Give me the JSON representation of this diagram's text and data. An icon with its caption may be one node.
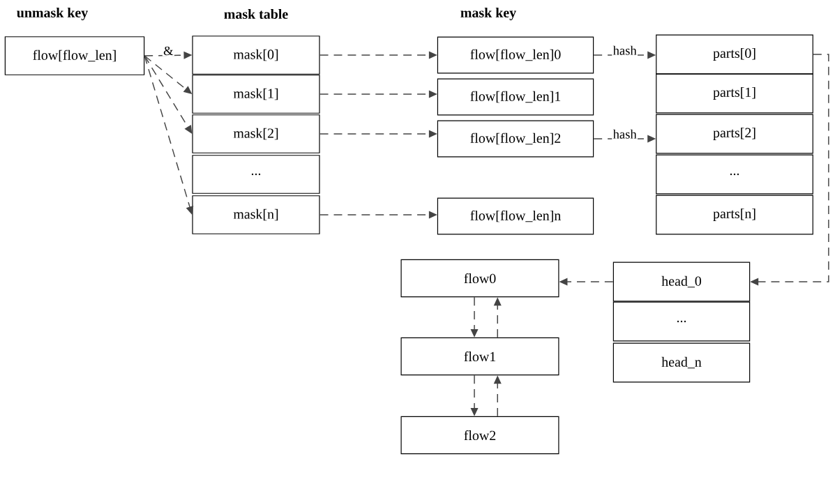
{
  "diagram": {
    "nodes": [
      {
        "text": [
          "flow[flow_len]"
        ]
      },
      {
        "text": [
          "mask[0]"
        ]
      },
      {
        "text": [
          "mask[1]"
        ]
      },
      {
        "text": [
          "mask[2]"
        ]
      },
      {
        "text": [
          "..."
        ]
      },
      {
        "text": [
          "mask[n]"
        ]
      },
      {
        "text": [
          "flow[flow_len]0"
        ]
      },
      {
        "text": [
          "flow[flow_len]1"
        ]
      },
      {
        "text": [
          "flow[flow_len]2"
        ]
      },
      {
        "text": [
          "flow[flow_len]n"
        ]
      },
      {
        "text": [
          "parts[0]"
        ]
      },
      {
        "text": [
          "parts[1]"
        ]
      },
      {
        "text": [
          "parts[2]"
        ]
      },
      {
        "text": [
          "..."
        ]
      },
      {
        "text": [
          "parts[n]"
        ]
      },
      {
        "text": [
          "head_0"
        ]
      },
      {
        "text": [
          "..."
        ]
      },
      {
        "text": [
          "head_n"
        ]
      },
      {
        "text": [
          "flow0"
        ]
      },
      {
        "text": [
          "flow1"
        ]
      },
      {
        "text": [
          "flow2"
        ]
      }
    ],
    "edges": [
      {
        "from": 0,
        "to": 1,
        "arrow": "to",
        "style": "dashed",
        "label": "&"
      },
      {
        "from": 0,
        "to": 2,
        "arrow": "to",
        "style": "dashed"
      },
      {
        "from": 0,
        "to": 3,
        "arrow": "to",
        "style": "dashed"
      },
      {
        "from": 0,
        "to": 5,
        "arrow": "to",
        "style": "dashed"
      },
      {
        "from": 1,
        "to": 6,
        "arrow": "to",
        "style": "dashed"
      },
      {
        "from": 2,
        "to": 7,
        "arrow": "to",
        "style": "dashed"
      },
      {
        "from": 3,
        "to": 8,
        "arrow": "to",
        "style": "dashed"
      },
      {
        "from": 5,
        "to": 9,
        "arrow": "to",
        "style": "dashed"
      },
      {
        "from": 6,
        "to": 10,
        "arrow": "to",
        "style": "dashed",
        "label": "hash"
      },
      {
        "from": 8,
        "to": 12,
        "arrow": "to",
        "style": "dashed",
        "label": "hash"
      },
      {
        "from": 10,
        "to": 15,
        "arrow": "to",
        "style": "dashed"
      },
      {
        "from": 15,
        "to": 18,
        "arrow": "to",
        "style": "dashed"
      },
      {
        "from": 18,
        "to": 19,
        "arrow": "to",
        "style": "dashed"
      },
      {
        "from": 19,
        "to": 18,
        "arrow": "to",
        "style": "dashed"
      },
      {
        "from": 19,
        "to": 20,
        "arrow": "to",
        "style": "dashed"
      },
      {
        "from": 20,
        "to": 19,
        "arrow": "to",
        "style": "dashed"
      }
    ],
    "labels": [
      "unmask key",
      "mask table",
      "mask key"
    ]
  }
}
